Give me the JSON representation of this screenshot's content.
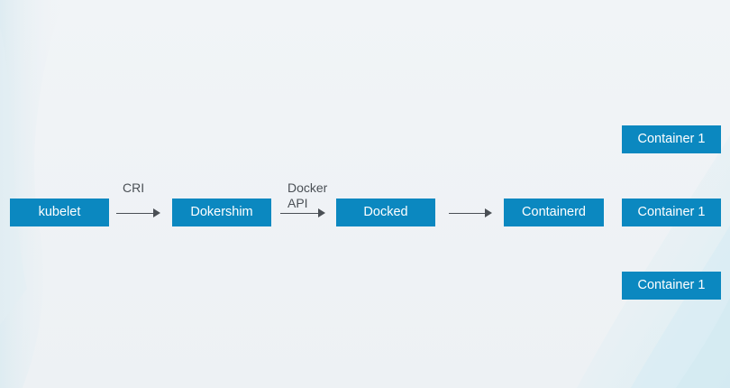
{
  "diagram": {
    "nodes": {
      "kubelet": "kubelet",
      "dokershim": "Dokershim",
      "docked": "Docked",
      "containerd": "Containerd",
      "container_top": "Container 1",
      "container_mid": "Container 1",
      "container_bottom": "Container 1"
    },
    "edge_labels": {
      "cri": "CRI",
      "docker_api_line1": "Docker",
      "docker_api_line2": "API"
    }
  },
  "colors": {
    "node_fill": "#0b88c0",
    "node_text": "#ffffff",
    "arrow": "#4a4f55",
    "background": "#eef2f5"
  }
}
